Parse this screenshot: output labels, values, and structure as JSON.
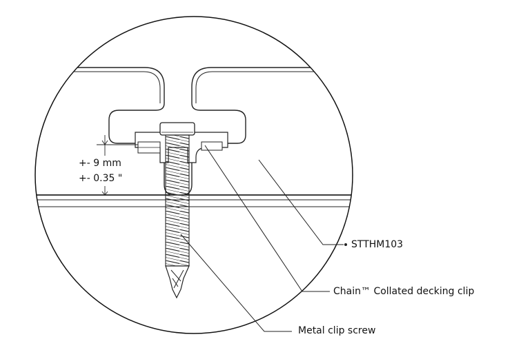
{
  "dimension": {
    "metric": "+- 9 mm",
    "imperial": "+- 0.35 \""
  },
  "callouts": [
    {
      "id": "board",
      "text": "STTHM103"
    },
    {
      "id": "clip",
      "text": "Chain™ Collated decking clip"
    },
    {
      "id": "screw",
      "text": "Metal clip screw"
    }
  ]
}
